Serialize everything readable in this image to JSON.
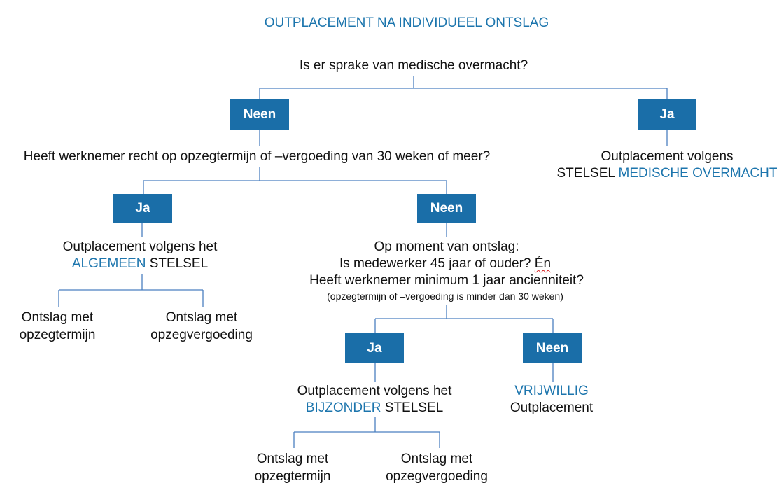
{
  "title": "OUTPLACEMENT NA INDIVIDUEEL ONTSLAG",
  "q1": "Is er sprake van medische overmacht?",
  "q1_no": "Neen",
  "q1_yes": "Ja",
  "medische": {
    "line1": "Outplacement volgens",
    "prefix": "STELSEL",
    "highlight": "MEDISCHE OVERMACHT"
  },
  "q2": "Heeft werknemer recht op opzegtermijn of –vergoeding van 30 weken of meer?",
  "q2_yes": "Ja",
  "q2_no": "Neen",
  "algemeen": {
    "line1": "Outplacement volgens het",
    "highlight": "ALGEMEEN",
    "suffix": "STELSEL"
  },
  "algemeen_leaves": {
    "left_line1": "Ontslag met",
    "left_line2": "opzegtermijn",
    "right_line1": "Ontslag met",
    "right_line2": "opzegvergoeding"
  },
  "q3": {
    "line1": "Op moment van ontslag:",
    "line2_main": "Is medewerker 45 jaar of ouder?",
    "line2_emph": "Én",
    "line3": "Heeft werknemer minimum 1 jaar ancienniteit?",
    "note": "(opzegtermijn of –vergoeding is minder dan 30 weken)"
  },
  "q3_yes": "Ja",
  "q3_no": "Neen",
  "bijzonder": {
    "line1": "Outplacement volgens het",
    "highlight": "BIJZONDER",
    "suffix": "STELSEL"
  },
  "vrijwillig": {
    "highlight": "VRIJWILLIG",
    "line2": "Outplacement"
  },
  "bijzonder_leaves": {
    "left_line1": "Ontslag met",
    "left_line2": "opzegtermijn",
    "right_line1": "Ontslag met",
    "right_line2": "opzegvergoeding"
  },
  "colors": {
    "box_fill": "#1a6ea8",
    "accent_text": "#1c75ad",
    "connector": "#4a7fc0"
  }
}
